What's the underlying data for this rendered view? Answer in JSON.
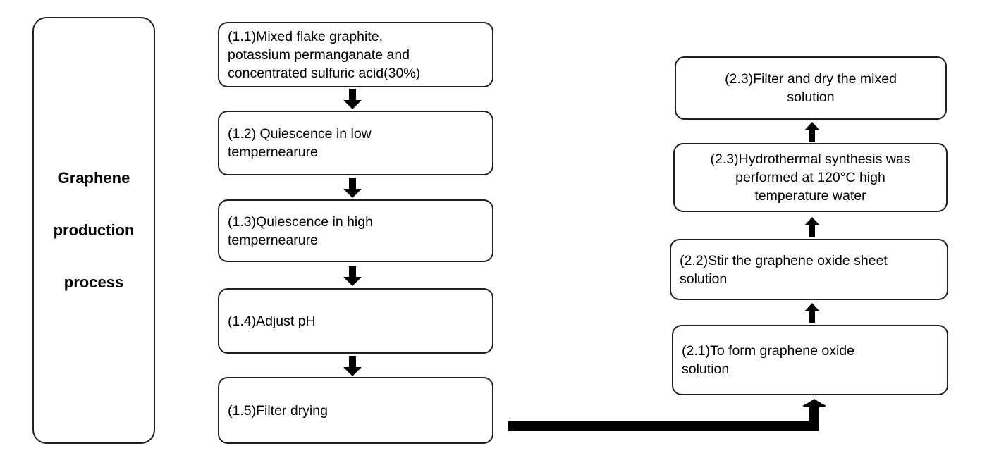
{
  "diagram": {
    "title_block": {
      "label": "Graphene\nproduction\nprocess"
    },
    "stage1": {
      "boxes": [
        {
          "id": "1.1",
          "label": "(1.1)Mixed flake graphite,\npotassium permanganate and\nconcentrated sulfuric acid(30%)"
        },
        {
          "id": "1.2",
          "label": "(1.2) Quiescence in low\ntempernearure"
        },
        {
          "id": "1.3",
          "label": "(1.3)Quiescence in high\ntempernearure"
        },
        {
          "id": "1.4",
          "label": "(1.4)Adjust pH"
        },
        {
          "id": "1.5",
          "label": "(1.5)Filter drying"
        }
      ]
    },
    "stage2": {
      "boxes": [
        {
          "id": "2.1",
          "label": "(2.1)To form graphene oxide\nsolution"
        },
        {
          "id": "2.2",
          "label": "(2.2)Stir the graphene oxide sheet\nsolution"
        },
        {
          "id": "2.3a",
          "label": "(2.3)Hydrothermal synthesis was\nperformed at 120°C high\ntemperature water"
        },
        {
          "id": "2.3b",
          "label": "(2.3)Filter and dry the mixed\nsolution"
        }
      ]
    },
    "connectors": {
      "down_arrow_icon": "arrow-down-icon",
      "up_arrow_icon": "arrow-up-icon",
      "elbow_icon": "elbow-arrow-up-icon"
    },
    "colors": {
      "stroke": "#231f20",
      "arrow_fill": "#000000",
      "background": "#ffffff",
      "text": "#000000"
    }
  }
}
